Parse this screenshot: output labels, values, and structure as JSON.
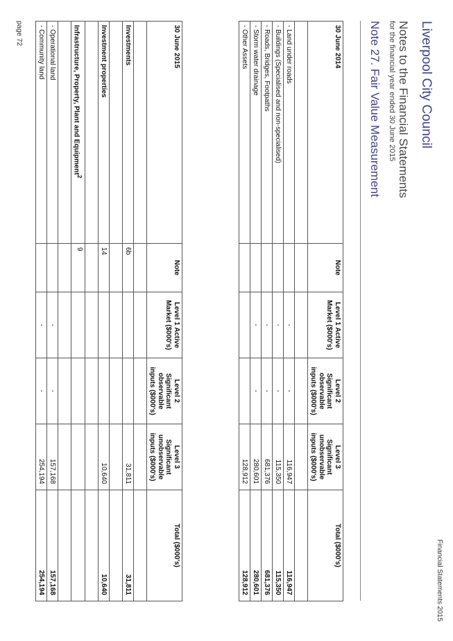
{
  "header": {
    "org": "Liverpool City Council",
    "title": "Notes to the Financial Statements",
    "subtitle": "for the financial year ended 30 June 2015",
    "note_title": "Note 27. Fair Value Measurement",
    "right_label": "Financial Statements 2015",
    "page": "page 72"
  },
  "table2014": {
    "headers": [
      "30 June 2014",
      "Note",
      "Level 1 Active Market ($000's)",
      "Level 2 Significant observable inputs ($000's)",
      "Level 3 Significant unobservable inputs ($000's)",
      "Total ($000's)"
    ],
    "rows": [
      {
        "label": "- Land under roads",
        "note": "",
        "l1": "-",
        "l2": "-",
        "l3": "116,947",
        "total": "116,947"
      },
      {
        "label": "- Buildings (Specialised and non-specialised)",
        "note": "",
        "l1": "-",
        "l2": "-",
        "l3": "115,350",
        "total": "115,350"
      },
      {
        "label": "- Roads, Bridges,  Footpaths",
        "note": "",
        "l1": "-",
        "l2": "-",
        "l3": "681,376",
        "total": "681,376"
      },
      {
        "label": "- Storm water drainage",
        "note": "",
        "l1": "-",
        "l2": "-",
        "l3": "280,601",
        "total": "280,601"
      },
      {
        "label": "- Other Assets",
        "note": "",
        "l1": "",
        "l2": "",
        "l3": "128,912",
        "total": "128,912"
      }
    ]
  },
  "table2015": {
    "headers": [
      "30 June 2015",
      "Note",
      "Level 1 Active Market ($000's)",
      "Level 2 Significant observable inputs ($000's)",
      "Level 3 Significant unobservable inputs ($000's)",
      "Total ($000's)"
    ],
    "investments": {
      "label": "Investments",
      "note": "6b",
      "l1": "",
      "l2": "",
      "l3": "31,811",
      "total": "31,811"
    },
    "investment_properties": {
      "label": "Investment properties",
      "note": "14",
      "l1": "",
      "l2": "",
      "l3": "10,640",
      "total": "10,640"
    },
    "ippe": {
      "label": "Infrastructure, Property, Plant and Equipment",
      "superscript": "2",
      "note": "9"
    },
    "rows": [
      {
        "label": "- Operational land",
        "note": "",
        "l1": "-",
        "l2": "-",
        "l3": "157,168",
        "total": "157,168"
      },
      {
        "label": "- Community land",
        "note": "",
        "l1": "-",
        "l2": "-",
        "l3": "254,194",
        "total": "254,194"
      }
    ]
  }
}
